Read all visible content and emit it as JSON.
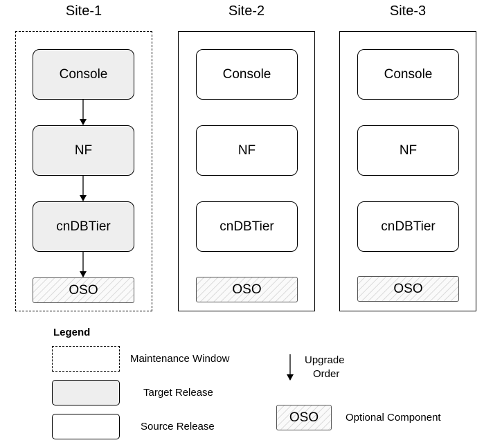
{
  "sites": [
    {
      "title": "Site-1",
      "components": [
        "Console",
        "NF",
        "cnDBTier"
      ],
      "optional": "OSO"
    },
    {
      "title": "Site-2",
      "components": [
        "Console",
        "NF",
        "cnDBTier"
      ],
      "optional": "OSO"
    },
    {
      "title": "Site-3",
      "components": [
        "Console",
        "NF",
        "cnDBTier"
      ],
      "optional": "OSO"
    }
  ],
  "legend": {
    "title": "Legend",
    "maintenance_window": "Maintenance Window",
    "target_release": "Target Release",
    "source_release": "Source Release",
    "upgrade_order_line1": "Upgrade",
    "upgrade_order_line2": "Order",
    "oso_sample": "OSO",
    "optional_component": "Optional Component"
  },
  "colors": {
    "target_fill": "#eeeeee",
    "source_fill": "#ffffff",
    "stroke": "#000000"
  }
}
